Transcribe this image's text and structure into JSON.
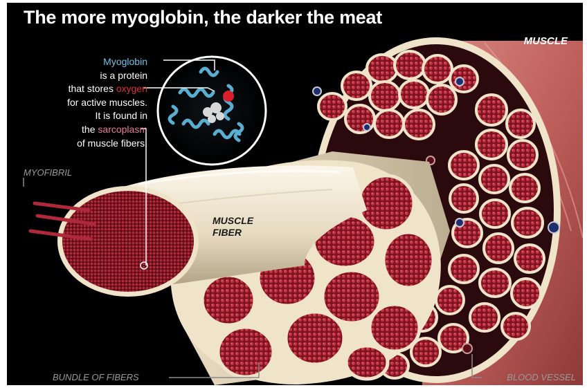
{
  "title": "The more myoglobin, the darker the meat",
  "labels": {
    "muscle": "MUSCLE",
    "myofibril": "MYOFIBRIL",
    "muscle_fiber_line1": "MUSCLE",
    "muscle_fiber_line2": "FIBER",
    "bundle_of_fibers": "BUNDLE OF FIBERS",
    "blood_vessel": "BLOOD VESSEL"
  },
  "note": {
    "line1": "Myoglobin",
    "line2": "is a protein",
    "line3_pre": "that stores ",
    "line3_key": "oxygen",
    "line4": "for active muscles.",
    "line5": "It is found in",
    "line6_pre": "the ",
    "line6_key": "sarcoplasm",
    "line7": "of muscle fibers."
  },
  "colors": {
    "background": "#000000",
    "muscle_skin": "#c86a66",
    "fiber_tissue": "#9e1c28",
    "connective_tissue": "#e6d9bf",
    "blood_vessel": "#1e2f6b",
    "highlight_myoglobin": "#6ec3e6",
    "highlight_oxygen": "#e0303c",
    "highlight_sarcoplasm": "#e87aa2"
  },
  "icons": [
    "myoglobin-protein-inset",
    "muscle-cross-section-illustration"
  ]
}
